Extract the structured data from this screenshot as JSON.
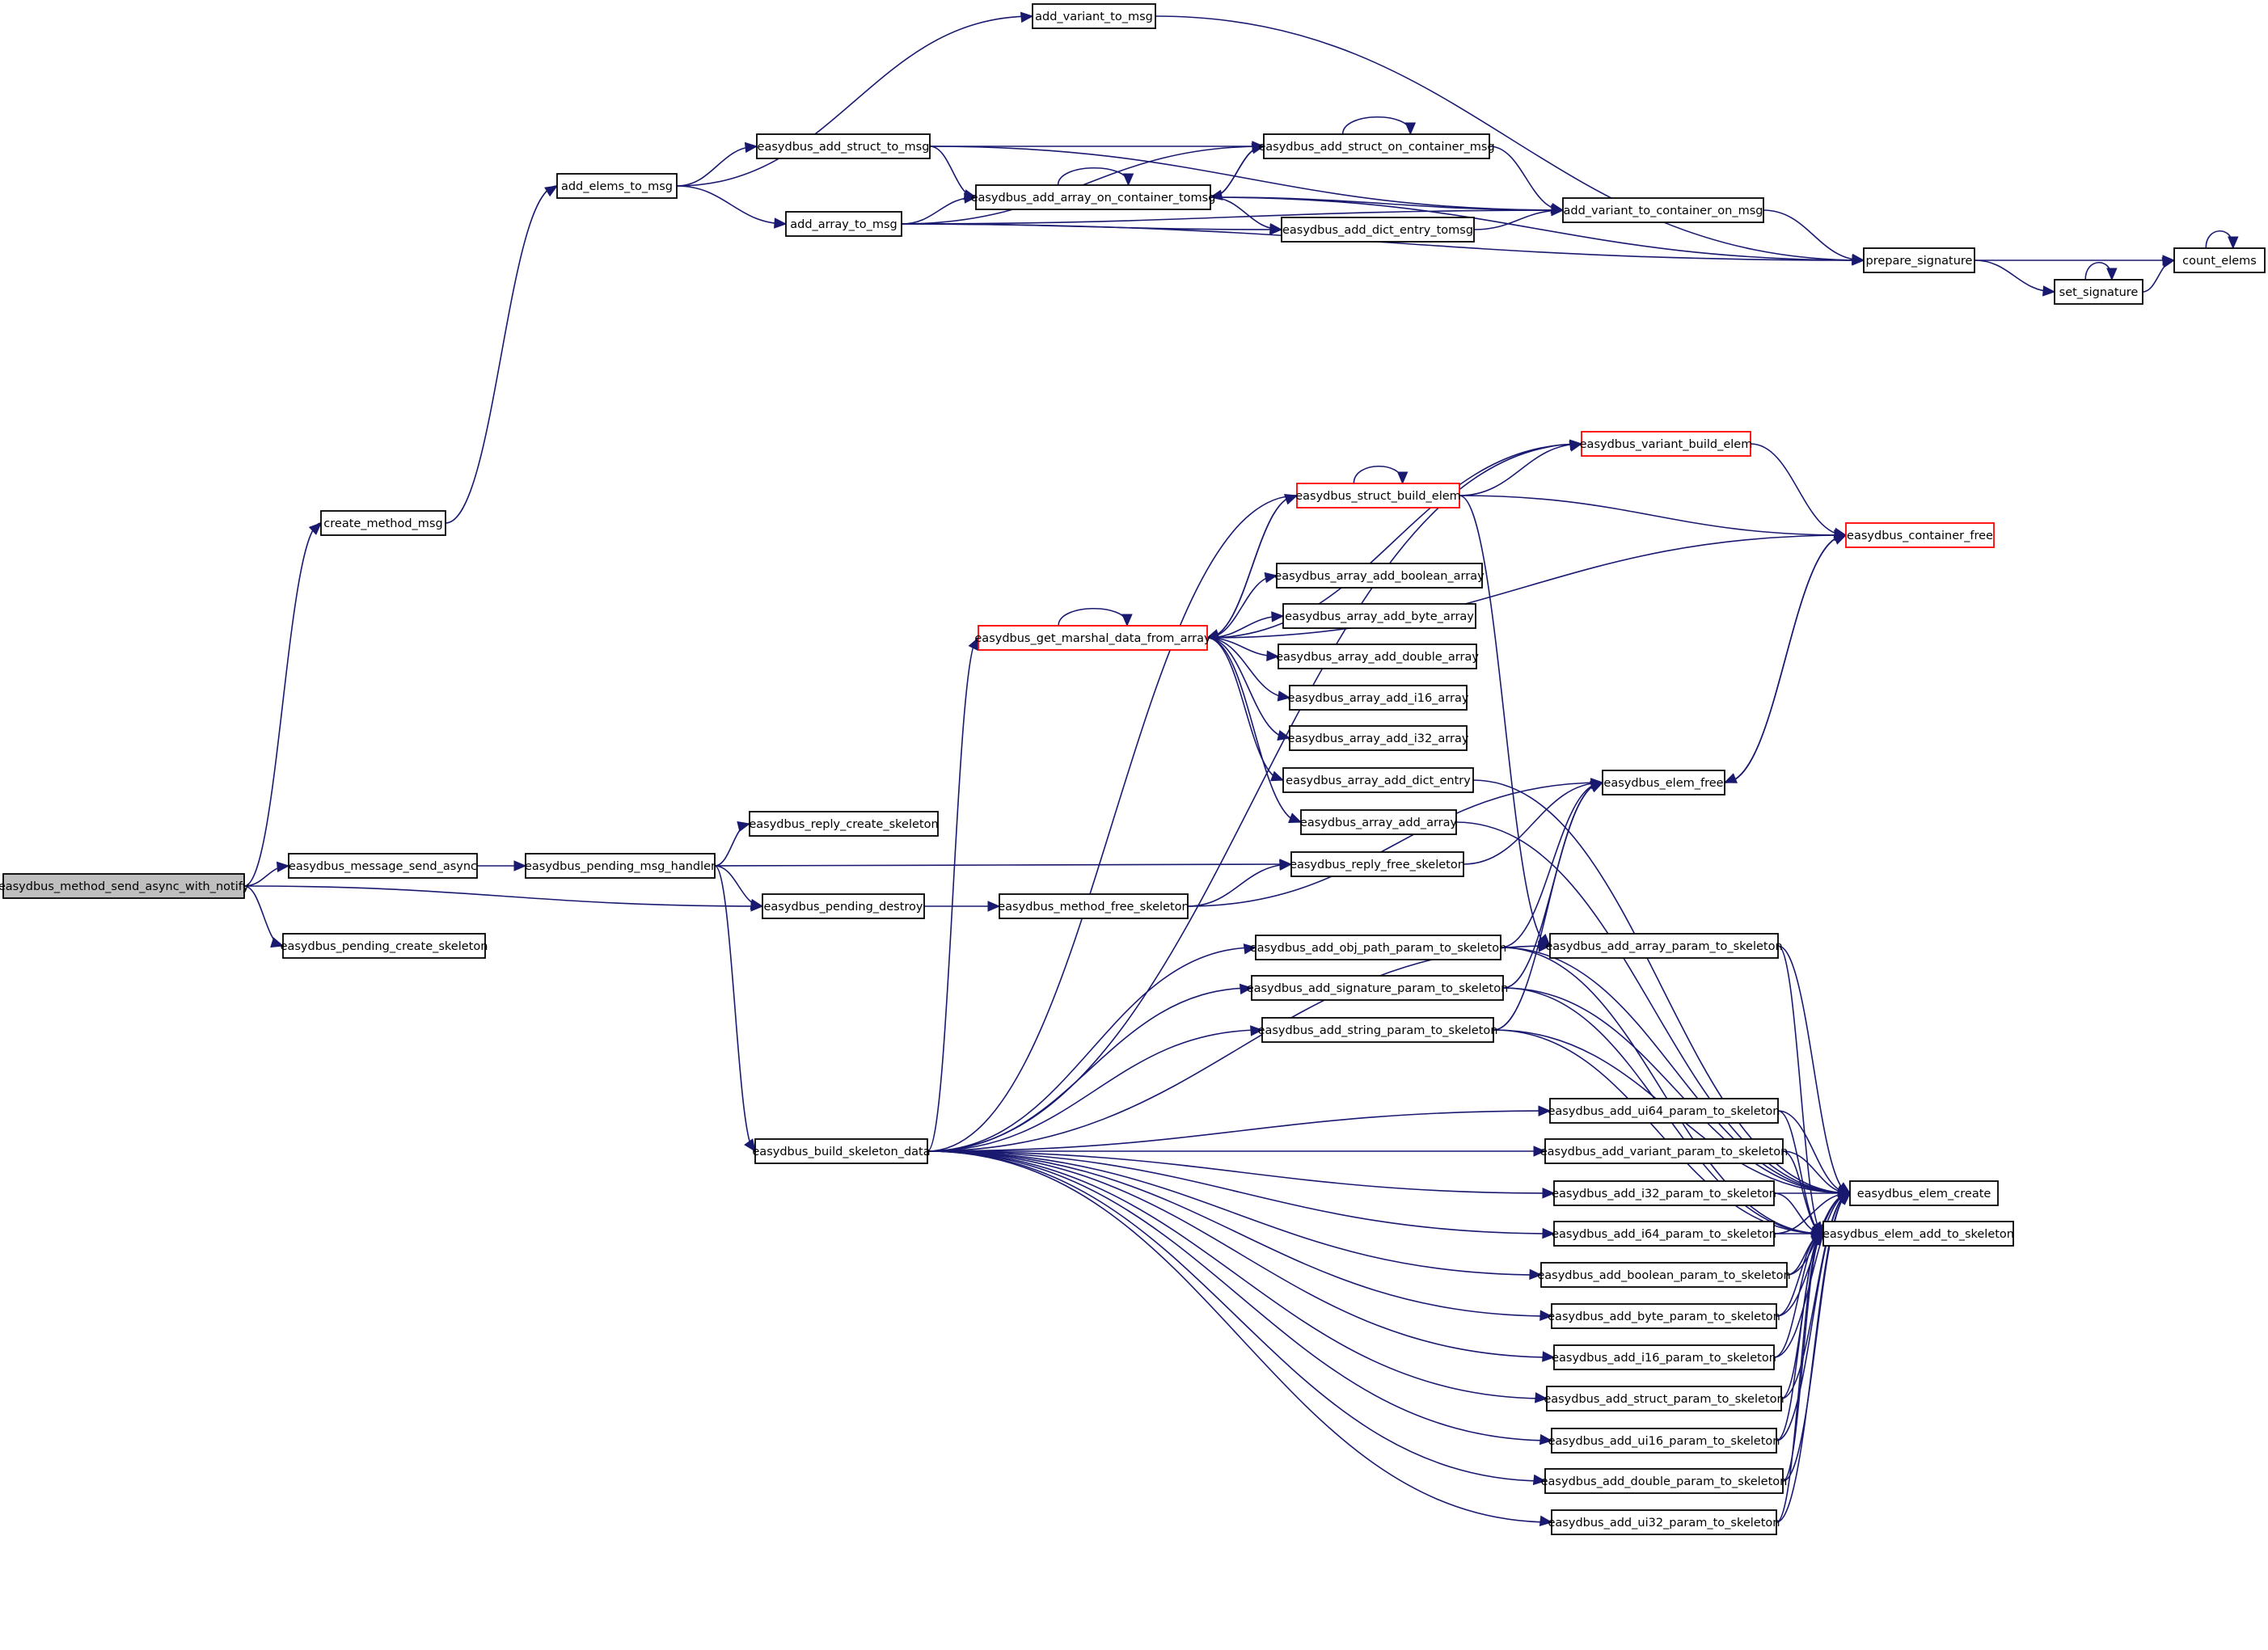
{
  "graph": {
    "colors": {
      "edge": "#191970",
      "node_border": "#000000",
      "node_border_truncated": "#ff0000",
      "root_fill": "#bfbfbf"
    },
    "nodes": [
      {
        "id": "send_async_with_notify",
        "label": "easydbus_method_send_async_with_notify",
        "root": true
      },
      {
        "id": "message_send_async",
        "label": "easydbus_message_send_async"
      },
      {
        "id": "pending_create_skeleton",
        "label": "easydbus_pending_create_skeleton"
      },
      {
        "id": "create_method_msg",
        "label": "create_method_msg"
      },
      {
        "id": "add_elems_to_msg",
        "label": "add_elems_to_msg"
      },
      {
        "id": "add_variant_to_msg",
        "label": "add_variant_to_msg"
      },
      {
        "id": "add_struct_to_msg",
        "label": "easydbus_add_struct_to_msg"
      },
      {
        "id": "add_array_to_msg",
        "label": "add_array_to_msg"
      },
      {
        "id": "add_struct_on_container_msg",
        "label": "easydbus_add_struct_on_container_msg"
      },
      {
        "id": "add_array_on_container_tomsg",
        "label": "easydbus_add_array_on_container_tomsg"
      },
      {
        "id": "add_dict_entry_tomsg",
        "label": "easydbus_add_dict_entry_tomsg"
      },
      {
        "id": "add_variant_to_container_on_msg",
        "label": "add_variant_to_container_on_msg"
      },
      {
        "id": "prepare_signature",
        "label": "prepare_signature"
      },
      {
        "id": "set_signature",
        "label": "set_signature"
      },
      {
        "id": "count_elems",
        "label": "count_elems"
      },
      {
        "id": "pending_msg_handler",
        "label": "easydbus_pending_msg_handler"
      },
      {
        "id": "reply_create_skeleton",
        "label": "easydbus_reply_create_skeleton"
      },
      {
        "id": "pending_destroy",
        "label": "easydbus_pending_destroy"
      },
      {
        "id": "method_free_skeleton",
        "label": "easydbus_method_free_skeleton"
      },
      {
        "id": "reply_free_skeleton",
        "label": "easydbus_reply_free_skeleton"
      },
      {
        "id": "build_skeleton_data",
        "label": "easydbus_build_skeleton_data"
      },
      {
        "id": "get_marshal_data_from_array",
        "label": "easydbus_get_marshal_data_from_array",
        "truncated": true
      },
      {
        "id": "struct_build_elem",
        "label": "easydbus_struct_build_elem",
        "truncated": true
      },
      {
        "id": "variant_build_elem",
        "label": "easydbus_variant_build_elem",
        "truncated": true
      },
      {
        "id": "container_free",
        "label": "easydbus_container_free",
        "truncated": true
      },
      {
        "id": "array_add_boolean_array",
        "label": "easydbus_array_add_boolean_array"
      },
      {
        "id": "array_add_byte_array",
        "label": "easydbus_array_add_byte_array"
      },
      {
        "id": "array_add_double_array",
        "label": "easydbus_array_add_double_array"
      },
      {
        "id": "array_add_i16_array",
        "label": "easydbus_array_add_i16_array"
      },
      {
        "id": "array_add_i32_array",
        "label": "easydbus_array_add_i32_array"
      },
      {
        "id": "array_add_dict_entry",
        "label": "easydbus_array_add_dict_entry"
      },
      {
        "id": "array_add_array",
        "label": "easydbus_array_add_array"
      },
      {
        "id": "elem_free",
        "label": "easydbus_elem_free"
      },
      {
        "id": "add_obj_path_param",
        "label": "easydbus_add_obj_path_param_to_skeleton"
      },
      {
        "id": "add_signature_param",
        "label": "easydbus_add_signature_param_to_skeleton"
      },
      {
        "id": "add_string_param",
        "label": "easydbus_add_string_param_to_skeleton"
      },
      {
        "id": "add_array_param",
        "label": "easydbus_add_array_param_to_skeleton"
      },
      {
        "id": "add_ui64_param",
        "label": "easydbus_add_ui64_param_to_skeleton"
      },
      {
        "id": "add_variant_param",
        "label": "easydbus_add_variant_param_to_skeleton"
      },
      {
        "id": "add_i32_param",
        "label": "easydbus_add_i32_param_to_skeleton"
      },
      {
        "id": "add_i64_param",
        "label": "easydbus_add_i64_param_to_skeleton"
      },
      {
        "id": "add_boolean_param",
        "label": "easydbus_add_boolean_param_to_skeleton"
      },
      {
        "id": "add_byte_param",
        "label": "easydbus_add_byte_param_to_skeleton"
      },
      {
        "id": "add_i16_param",
        "label": "easydbus_add_i16_param_to_skeleton"
      },
      {
        "id": "add_struct_param",
        "label": "easydbus_add_struct_param_to_skeleton"
      },
      {
        "id": "add_ui16_param",
        "label": "easydbus_add_ui16_param_to_skeleton"
      },
      {
        "id": "add_double_param",
        "label": "easydbus_add_double_param_to_skeleton"
      },
      {
        "id": "add_ui32_param",
        "label": "easydbus_add_ui32_param_to_skeleton"
      },
      {
        "id": "elem_create",
        "label": "easydbus_elem_create"
      },
      {
        "id": "elem_add_to_skeleton",
        "label": "easydbus_elem_add_to_skeleton"
      }
    ]
  }
}
